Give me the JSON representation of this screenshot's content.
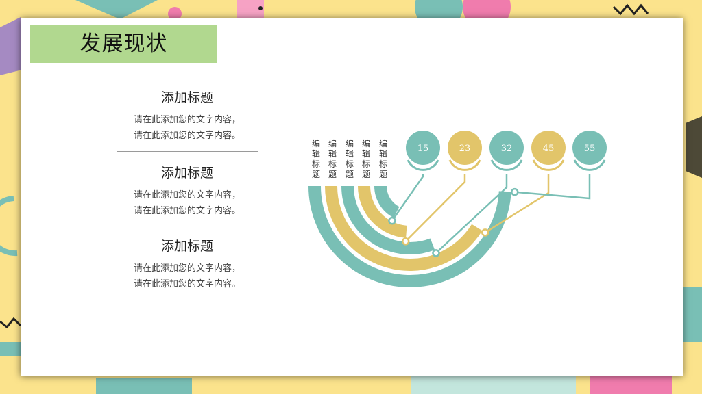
{
  "page": {
    "title": "发展现状"
  },
  "blocks": [
    {
      "title": "添加标题",
      "line1": "请在此添加您的文字内容，",
      "line2": "请在此添加您的文字内容。"
    },
    {
      "title": "添加标题",
      "line1": "请在此添加您的文字内容，",
      "line2": "请在此添加您的文字内容。"
    },
    {
      "title": "添加标题",
      "line1": "请在此添加您的文字内容，",
      "line2": "请在此添加您的文字内容。"
    }
  ],
  "chart_data": {
    "type": "radial-bar",
    "labels": [
      "编辑标题",
      "编辑标题",
      "编辑标题",
      "编辑标题",
      "编辑标题"
    ],
    "values": [
      55,
      45,
      32,
      23,
      15
    ],
    "colors": [
      "#79bfb5",
      "#e2c56a",
      "#79bfb5",
      "#e2c56a",
      "#79bfb5"
    ]
  },
  "colors": {
    "teal": "#79bfb5",
    "gold": "#e2c56a",
    "title_bar": "#b1d88f",
    "background": "#fbe38c",
    "pink": "#f07cad"
  }
}
